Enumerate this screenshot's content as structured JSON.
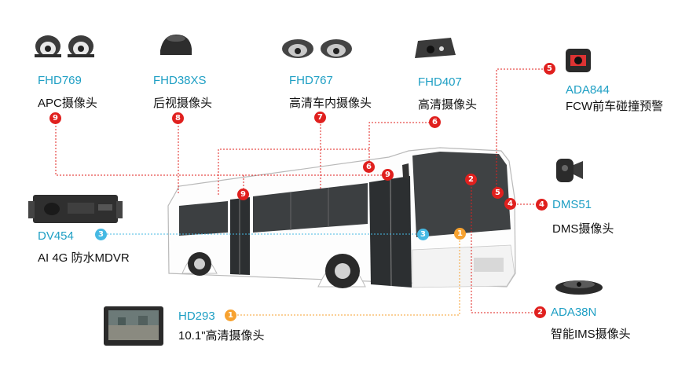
{
  "products": [
    {
      "model": "FHD769",
      "desc": "APC摄像头",
      "badge": "9"
    },
    {
      "model": "FHD38XS",
      "desc": "后视摄像头",
      "badge": "8"
    },
    {
      "model": "FHD767",
      "desc": "高清车内摄像头",
      "badge": "7"
    },
    {
      "model": "FHD407",
      "desc": "高清摄像头",
      "badge": "6"
    },
    {
      "model": "ADA844",
      "desc": "FCW前车碰撞预警",
      "badge": "5"
    },
    {
      "model": "DMS51",
      "desc": "DMS摄像头",
      "badge": "4"
    },
    {
      "model": "DV454",
      "desc": "AI 4G 防水MDVR",
      "badge": "3"
    },
    {
      "model": "ADA38N",
      "desc": "智能IMS摄像头",
      "badge": "2"
    },
    {
      "model": "HD293",
      "desc": "10.1\"高清摄像头",
      "badge": "1"
    }
  ],
  "colors": {
    "red": "#e0201e",
    "cyan": "#46b9e3",
    "orange": "#f7a230",
    "model_text": "#1e9fc4"
  }
}
